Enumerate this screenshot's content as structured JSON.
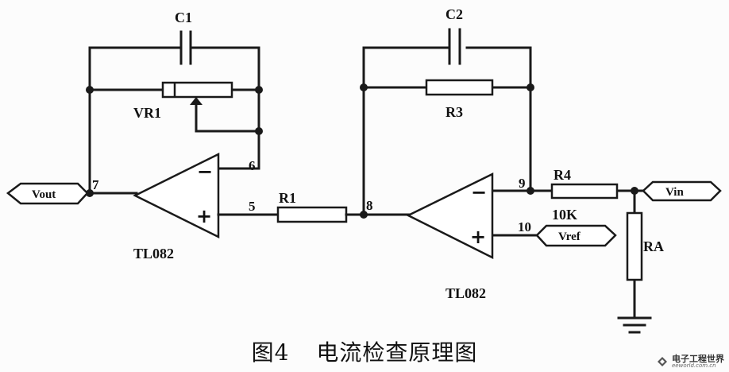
{
  "components": {
    "c1": "C1",
    "c2": "C2",
    "vr1": "VR1",
    "r1": "R1",
    "r2": "R3",
    "r4": "R4",
    "r4_value": "10K",
    "ra": "RA",
    "opamp_left": "TL082",
    "opamp_right": "TL082"
  },
  "pins": {
    "p5": "5",
    "p6": "6",
    "p7": "7",
    "p8": "8",
    "p9": "9",
    "p10": "10"
  },
  "signs": {
    "minus": "−",
    "plus": "+"
  },
  "ports": {
    "vout": "Vout",
    "vin": "Vin",
    "vref": "Vref"
  },
  "caption": {
    "figure": "图4",
    "title": "电流检查原理图"
  },
  "watermark": {
    "cn": "电子工程世界",
    "url": "eeworld.com.cn"
  }
}
